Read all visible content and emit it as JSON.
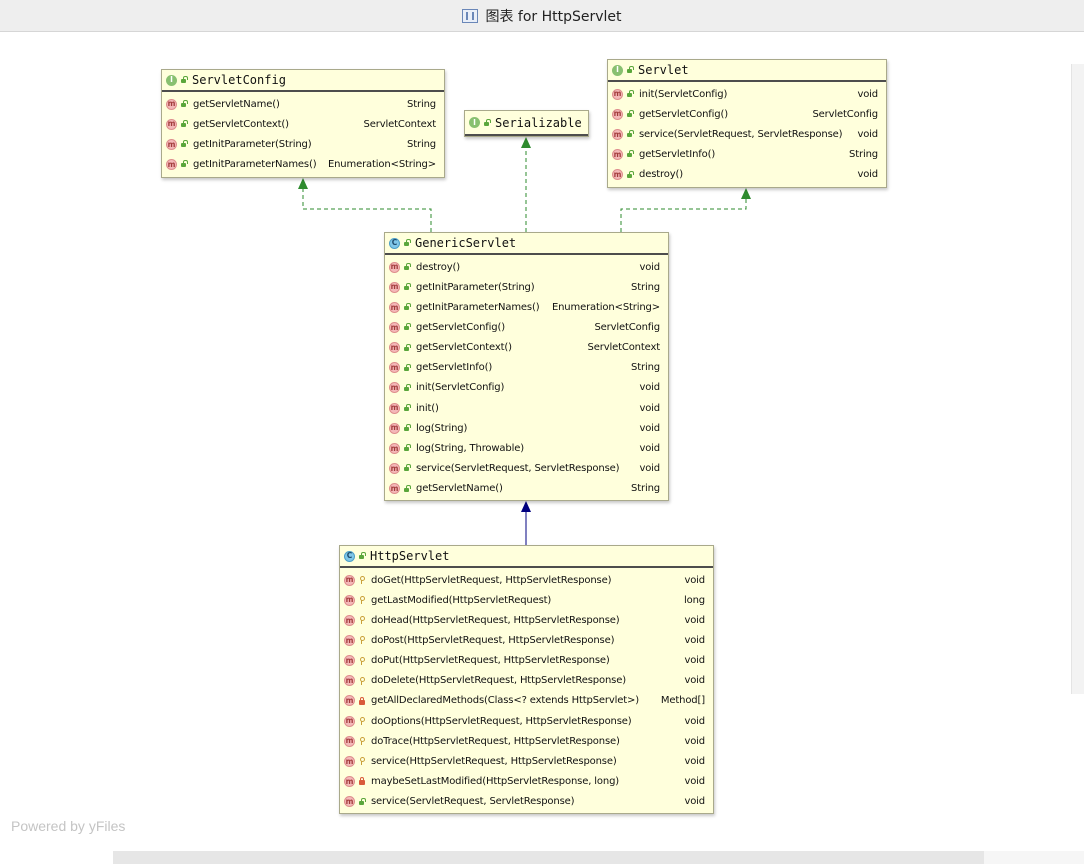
{
  "window": {
    "title": "图表 for HttpServlet"
  },
  "watermark": "Powered by yFiles",
  "colors": {
    "node_fill": "#ffffdc",
    "implements_edge": "#2e8b2e",
    "extends_edge": "#000080"
  },
  "nodes": {
    "servletconfig": {
      "kind": "I",
      "name": "ServletConfig",
      "members": [
        {
          "vis": "public",
          "sig": "getServletName()",
          "ret": "String"
        },
        {
          "vis": "public",
          "sig": "getServletContext()",
          "ret": "ServletContext"
        },
        {
          "vis": "public",
          "sig": "getInitParameter(String)",
          "ret": "String"
        },
        {
          "vis": "public",
          "sig": "getInitParameterNames()",
          "ret": "Enumeration<String>"
        }
      ]
    },
    "serializable": {
      "kind": "I",
      "name": "Serializable",
      "members": []
    },
    "servlet": {
      "kind": "I",
      "name": "Servlet",
      "members": [
        {
          "vis": "public",
          "sig": "init(ServletConfig)",
          "ret": "void"
        },
        {
          "vis": "public",
          "sig": "getServletConfig()",
          "ret": "ServletConfig"
        },
        {
          "vis": "public",
          "sig": "service(ServletRequest, ServletResponse)",
          "ret": "void"
        },
        {
          "vis": "public",
          "sig": "getServletInfo()",
          "ret": "String"
        },
        {
          "vis": "public",
          "sig": "destroy()",
          "ret": "void"
        }
      ]
    },
    "genericservlet": {
      "kind": "C",
      "name": "GenericServlet",
      "members": [
        {
          "vis": "public",
          "sig": "destroy()",
          "ret": "void"
        },
        {
          "vis": "public",
          "sig": "getInitParameter(String)",
          "ret": "String"
        },
        {
          "vis": "public",
          "sig": "getInitParameterNames()",
          "ret": "Enumeration<String>"
        },
        {
          "vis": "public",
          "sig": "getServletConfig()",
          "ret": "ServletConfig"
        },
        {
          "vis": "public",
          "sig": "getServletContext()",
          "ret": "ServletContext"
        },
        {
          "vis": "public",
          "sig": "getServletInfo()",
          "ret": "String"
        },
        {
          "vis": "public",
          "sig": "init(ServletConfig)",
          "ret": "void"
        },
        {
          "vis": "public",
          "sig": "init()",
          "ret": "void"
        },
        {
          "vis": "public",
          "sig": "log(String)",
          "ret": "void"
        },
        {
          "vis": "public",
          "sig": "log(String, Throwable)",
          "ret": "void"
        },
        {
          "vis": "public",
          "sig": "service(ServletRequest, ServletResponse)",
          "ret": "void"
        },
        {
          "vis": "public",
          "sig": "getServletName()",
          "ret": "String"
        }
      ]
    },
    "httpservlet": {
      "kind": "C",
      "name": "HttpServlet",
      "members": [
        {
          "vis": "protected",
          "sig": "doGet(HttpServletRequest, HttpServletResponse)",
          "ret": "void"
        },
        {
          "vis": "protected",
          "sig": "getLastModified(HttpServletRequest)",
          "ret": "long"
        },
        {
          "vis": "protected",
          "sig": "doHead(HttpServletRequest, HttpServletResponse)",
          "ret": "void"
        },
        {
          "vis": "protected",
          "sig": "doPost(HttpServletRequest, HttpServletResponse)",
          "ret": "void"
        },
        {
          "vis": "protected",
          "sig": "doPut(HttpServletRequest, HttpServletResponse)",
          "ret": "void"
        },
        {
          "vis": "protected",
          "sig": "doDelete(HttpServletRequest, HttpServletResponse)",
          "ret": "void"
        },
        {
          "vis": "private",
          "sig": "getAllDeclaredMethods(Class<? extends HttpServlet>)",
          "ret": "Method[]"
        },
        {
          "vis": "protected",
          "sig": "doOptions(HttpServletRequest, HttpServletResponse)",
          "ret": "void"
        },
        {
          "vis": "protected",
          "sig": "doTrace(HttpServletRequest, HttpServletResponse)",
          "ret": "void"
        },
        {
          "vis": "protected",
          "sig": "service(HttpServletRequest, HttpServletResponse)",
          "ret": "void"
        },
        {
          "vis": "private",
          "sig": "maybeSetLastModified(HttpServletResponse, long)",
          "ret": "void"
        },
        {
          "vis": "public",
          "sig": "service(ServletRequest, ServletResponse)",
          "ret": "void"
        }
      ]
    }
  },
  "edges": [
    {
      "from": "GenericServlet",
      "to": "ServletConfig",
      "type": "implements"
    },
    {
      "from": "GenericServlet",
      "to": "Serializable",
      "type": "implements"
    },
    {
      "from": "GenericServlet",
      "to": "Servlet",
      "type": "implements"
    },
    {
      "from": "HttpServlet",
      "to": "GenericServlet",
      "type": "extends"
    }
  ]
}
